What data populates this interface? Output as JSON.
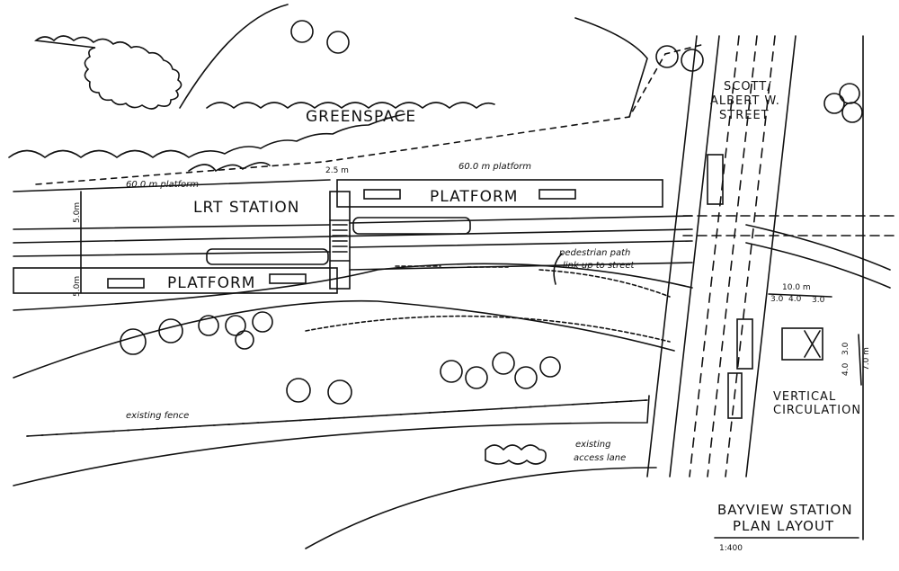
{
  "labels": {
    "greenspace": "GREENSPACE",
    "platform_length_left": "60.0 m platform",
    "platform_length_right": "60.0 m platform",
    "bridge_width": "2.5 m",
    "lrt_station": "LRT STATION",
    "platform_top": "PLATFORM",
    "platform_bottom": "PLATFORM",
    "platform_width_top": "5.0m",
    "platform_width_bottom": "5.0m",
    "pedestrian_path_line1": "pedestrian path",
    "pedestrian_path_line2": "link up to street",
    "street_line1": "SCOTT/",
    "street_line2": "ALBERT W.",
    "street_line3": "STREET",
    "vc_total_width": "10.0 m",
    "vc_w1": "3.0",
    "vc_w2": "4.0",
    "vc_w3": "3.0",
    "vc_d1": "3.0",
    "vc_d2": "4.0",
    "vc_total_depth": "7.0 m",
    "vertical_circulation_line1": "VERTICAL",
    "vertical_circulation_line2": "CIRCULATION",
    "existing_fence": "existing fence",
    "access_lane_line1": "existing",
    "access_lane_line2": "access lane",
    "title_line1": "BAYVIEW STATION",
    "title_line2": "PLAN LAYOUT",
    "scale": "1:400"
  }
}
